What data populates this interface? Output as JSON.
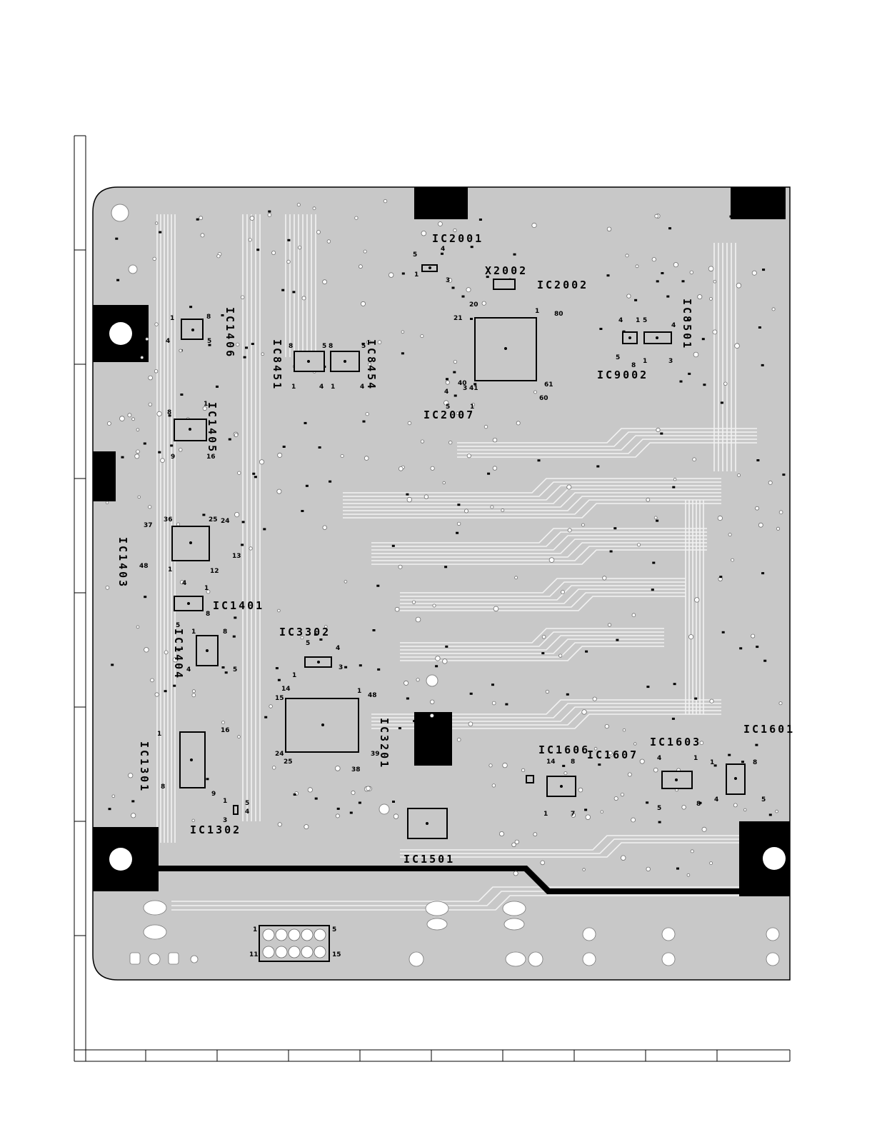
{
  "board": {
    "background_color": "#c8c8c8",
    "mask_color": "#000000",
    "trace_color": "#f2f2f2"
  },
  "components": [
    {
      "id": "ic2001",
      "ref": "IC2001",
      "pins": [
        "5",
        "4",
        "1",
        "3"
      ]
    },
    {
      "id": "x2002",
      "ref": "X2002",
      "pins": []
    },
    {
      "id": "ic2002",
      "ref": "IC2002",
      "pins": [
        "20",
        "80",
        "1",
        "21",
        "40",
        "41",
        "61",
        "60"
      ]
    },
    {
      "id": "ic2007",
      "ref": "IC2007",
      "pins": [
        "4",
        "3",
        "5",
        "1"
      ]
    },
    {
      "id": "ic8501",
      "ref": "IC8501",
      "pins": [
        "4",
        "1",
        "5",
        "4",
        "5",
        "3",
        "1",
        "8"
      ]
    },
    {
      "id": "ic9002",
      "ref": "IC9002",
      "pins": []
    },
    {
      "id": "ic1406",
      "ref": "IC1406",
      "pins": [
        "1",
        "8",
        "4",
        "5"
      ]
    },
    {
      "id": "ic8451",
      "ref": "IC8451",
      "pins": [
        "8",
        "5",
        "1",
        "4"
      ]
    },
    {
      "id": "ic8454",
      "ref": "IC8454",
      "pins": [
        "8",
        "5",
        "1",
        "4"
      ]
    },
    {
      "id": "ic1405",
      "ref": "IC1405",
      "pins": [
        "1",
        "8",
        "9",
        "16"
      ]
    },
    {
      "id": "ic1403",
      "ref": "IC1403",
      "pins": [
        "37",
        "36",
        "25",
        "24",
        "48",
        "1",
        "12",
        "13"
      ]
    },
    {
      "id": "ic1401",
      "ref": "IC1401",
      "pins": [
        "4",
        "1",
        "5",
        "8"
      ]
    },
    {
      "id": "ic1404",
      "ref": "IC1404",
      "pins": [
        "1",
        "8",
        "4",
        "5"
      ]
    },
    {
      "id": "ic3302",
      "ref": "IC3302",
      "pins": [
        "5",
        "4",
        "1",
        "3"
      ]
    },
    {
      "id": "ic3201",
      "ref": "IC3201",
      "pins": [
        "14",
        "15",
        "1",
        "48",
        "24",
        "25",
        "39",
        "38"
      ]
    },
    {
      "id": "ic1301",
      "ref": "IC1301",
      "pins": [
        "1",
        "16",
        "8",
        "9"
      ]
    },
    {
      "id": "ic1302",
      "ref": "IC1302",
      "pins": [
        "1",
        "3",
        "5",
        "4"
      ]
    },
    {
      "id": "ic1501",
      "ref": "IC1501",
      "pins": []
    },
    {
      "id": "ic1606",
      "ref": "IC1606",
      "pins": [
        "14",
        "8",
        "1",
        "7"
      ]
    },
    {
      "id": "ic1607",
      "ref": "IC1607",
      "pins": []
    },
    {
      "id": "ic1603",
      "ref": "IC1603",
      "pins": [
        "4",
        "1",
        "5",
        "8"
      ]
    },
    {
      "id": "ic1601",
      "ref": "IC1601",
      "pins": [
        "1",
        "8",
        "4",
        "5"
      ]
    },
    {
      "id": "cn",
      "ref": "",
      "pins": [
        "1",
        "5",
        "11",
        "15"
      ]
    }
  ]
}
